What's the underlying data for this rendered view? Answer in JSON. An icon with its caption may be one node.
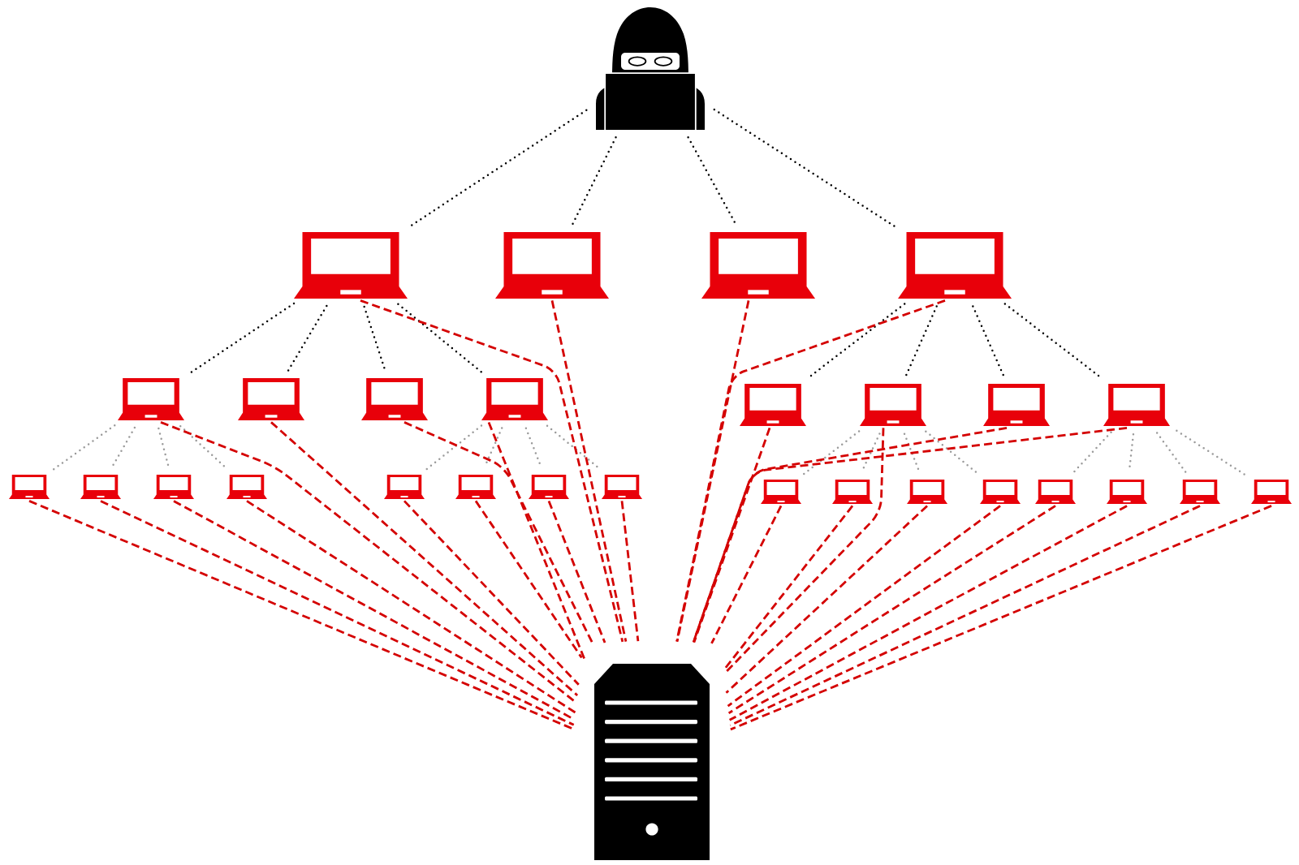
{
  "diagram": {
    "nodes": [
      {
        "text": [],
        "shape": "person"
      },
      {
        "text": [],
        "shape": "picture"
      },
      {
        "text": [],
        "shape": "picture"
      },
      {
        "text": [],
        "shape": "picture"
      },
      {
        "text": [],
        "shape": "picture"
      },
      {
        "text": [],
        "shape": "picture"
      },
      {
        "text": [],
        "shape": "picture"
      },
      {
        "text": [],
        "shape": "picture"
      },
      {
        "text": [],
        "shape": "picture"
      },
      {
        "text": [],
        "shape": "picture"
      },
      {
        "text": [],
        "shape": "picture"
      },
      {
        "text": [],
        "shape": "picture"
      },
      {
        "text": [],
        "shape": "picture"
      },
      {
        "text": [],
        "shape": "picture"
      },
      {
        "text": [],
        "shape": "picture"
      },
      {
        "text": [],
        "shape": "picture"
      },
      {
        "text": [],
        "shape": "picture"
      },
      {
        "text": [],
        "shape": "picture"
      },
      {
        "text": [],
        "shape": "picture"
      },
      {
        "text": [],
        "shape": "picture"
      },
      {
        "text": [],
        "shape": "picture"
      },
      {
        "text": [],
        "shape": "picture"
      },
      {
        "text": [],
        "shape": "picture"
      },
      {
        "text": [],
        "shape": "picture"
      },
      {
        "text": [],
        "shape": "picture"
      },
      {
        "text": [],
        "shape": "picture"
      },
      {
        "text": [],
        "shape": "picture"
      },
      {
        "text": [],
        "shape": "picture"
      },
      {
        "text": [],
        "shape": "picture"
      },
      {
        "text": [],
        "shape": "picture"
      }
    ],
    "edges": [
      {
        "from": 0,
        "to": 1,
        "arrow": "none",
        "color": "#000000"
      },
      {
        "from": 0,
        "to": 2,
        "arrow": "none",
        "color": "#000000"
      },
      {
        "from": 0,
        "to": 3,
        "arrow": "none",
        "color": "#000000"
      },
      {
        "from": 0,
        "to": 4,
        "arrow": "none",
        "color": "#000000"
      },
      {
        "from": 1,
        "to": 5,
        "arrow": "none",
        "color": "#000000"
      },
      {
        "from": 1,
        "to": 6,
        "arrow": "none",
        "color": "#000000"
      },
      {
        "from": 1,
        "to": 7,
        "arrow": "none",
        "color": "#000000"
      },
      {
        "from": 1,
        "to": 8,
        "arrow": "none",
        "color": "#000000"
      },
      {
        "from": 4,
        "to": 9,
        "arrow": "none",
        "color": "#000000"
      },
      {
        "from": 4,
        "to": 10,
        "arrow": "none",
        "color": "#000000"
      },
      {
        "from": 4,
        "to": 11,
        "arrow": "none",
        "color": "#000000"
      },
      {
        "from": 4,
        "to": 12,
        "arrow": "none",
        "color": "#000000"
      },
      {
        "from": 5,
        "to": 13,
        "arrow": "none",
        "color": "#9a9a9a"
      },
      {
        "from": 5,
        "to": 14,
        "arrow": "none",
        "color": "#9a9a9a"
      },
      {
        "from": 5,
        "to": 15,
        "arrow": "none",
        "color": "#9a9a9a"
      },
      {
        "from": 5,
        "to": 16,
        "arrow": "none",
        "color": "#9a9a9a"
      },
      {
        "from": 8,
        "to": 17,
        "arrow": "none",
        "color": "#9a9a9a"
      },
      {
        "from": 8,
        "to": 18,
        "arrow": "none",
        "color": "#9a9a9a"
      },
      {
        "from": 8,
        "to": 19,
        "arrow": "none",
        "color": "#9a9a9a"
      },
      {
        "from": 8,
        "to": 20,
        "arrow": "none",
        "color": "#9a9a9a"
      },
      {
        "from": 10,
        "to": 21,
        "arrow": "none",
        "color": "#9a9a9a"
      },
      {
        "from": 10,
        "to": 22,
        "arrow": "none",
        "color": "#9a9a9a"
      },
      {
        "from": 10,
        "to": 23,
        "arrow": "none",
        "color": "#9a9a9a"
      },
      {
        "from": 10,
        "to": 24,
        "arrow": "none",
        "color": "#9a9a9a"
      },
      {
        "from": 12,
        "to": 25,
        "arrow": "none",
        "color": "#9a9a9a"
      },
      {
        "from": 12,
        "to": 26,
        "arrow": "none",
        "color": "#9a9a9a"
      },
      {
        "from": 12,
        "to": 27,
        "arrow": "none",
        "color": "#9a9a9a"
      },
      {
        "from": 12,
        "to": 28,
        "arrow": "none",
        "color": "#9a9a9a"
      },
      {
        "from": 1,
        "to": 29,
        "arrow": "none",
        "style": "dashed",
        "color": "#d40000"
      },
      {
        "from": 2,
        "to": 29,
        "arrow": "none",
        "style": "dashed",
        "color": "#d40000"
      },
      {
        "from": 3,
        "to": 29,
        "arrow": "none",
        "style": "dashed",
        "color": "#d40000"
      },
      {
        "from": 4,
        "to": 29,
        "arrow": "none",
        "style": "dashed",
        "color": "#d40000"
      },
      {
        "from": 5,
        "to": 29,
        "arrow": "none",
        "style": "dashed",
        "color": "#d40000"
      },
      {
        "from": 6,
        "to": 29,
        "arrow": "none",
        "style": "dashed",
        "color": "#d40000"
      },
      {
        "from": 7,
        "to": 29,
        "arrow": "none",
        "style": "dashed",
        "color": "#d40000"
      },
      {
        "from": 8,
        "to": 29,
        "arrow": "none",
        "style": "dashed",
        "color": "#d40000"
      },
      {
        "from": 9,
        "to": 29,
        "arrow": "none",
        "style": "dashed",
        "color": "#d40000"
      },
      {
        "from": 10,
        "to": 29,
        "arrow": "none",
        "style": "dashed",
        "color": "#d40000"
      },
      {
        "from": 11,
        "to": 29,
        "arrow": "none",
        "style": "dashed",
        "color": "#d40000"
      },
      {
        "from": 12,
        "to": 29,
        "arrow": "none",
        "style": "dashed",
        "color": "#d40000"
      },
      {
        "from": 13,
        "to": 29,
        "arrow": "none",
        "style": "dashed",
        "color": "#d40000"
      },
      {
        "from": 14,
        "to": 29,
        "arrow": "none",
        "style": "dashed",
        "color": "#d40000"
      },
      {
        "from": 15,
        "to": 29,
        "arrow": "none",
        "style": "dashed",
        "color": "#d40000"
      },
      {
        "from": 16,
        "to": 29,
        "arrow": "none",
        "style": "dashed",
        "color": "#d40000"
      },
      {
        "from": 17,
        "to": 29,
        "arrow": "none",
        "style": "dashed",
        "color": "#d40000"
      },
      {
        "from": 18,
        "to": 29,
        "arrow": "none",
        "style": "dashed",
        "color": "#d40000"
      },
      {
        "from": 19,
        "to": 29,
        "arrow": "none",
        "style": "dashed",
        "color": "#d40000"
      },
      {
        "from": 20,
        "to": 29,
        "arrow": "none",
        "style": "dashed",
        "color": "#d40000"
      },
      {
        "from": 21,
        "to": 29,
        "arrow": "none",
        "style": "dashed",
        "color": "#d40000"
      },
      {
        "from": 22,
        "to": 29,
        "arrow": "none",
        "style": "dashed",
        "color": "#d40000"
      },
      {
        "from": 23,
        "to": 29,
        "arrow": "none",
        "style": "dashed",
        "color": "#d40000"
      },
      {
        "from": 24,
        "to": 29,
        "arrow": "none",
        "style": "dashed",
        "color": "#d40000"
      },
      {
        "from": 25,
        "to": 29,
        "arrow": "none",
        "style": "dashed",
        "color": "#d40000"
      },
      {
        "from": 26,
        "to": 29,
        "arrow": "none",
        "style": "dashed",
        "color": "#d40000"
      },
      {
        "from": 27,
        "to": 29,
        "arrow": "none",
        "style": "dashed",
        "color": "#d40000"
      },
      {
        "from": 28,
        "to": 29,
        "arrow": "none",
        "style": "dashed",
        "color": "#d40000"
      }
    ]
  }
}
